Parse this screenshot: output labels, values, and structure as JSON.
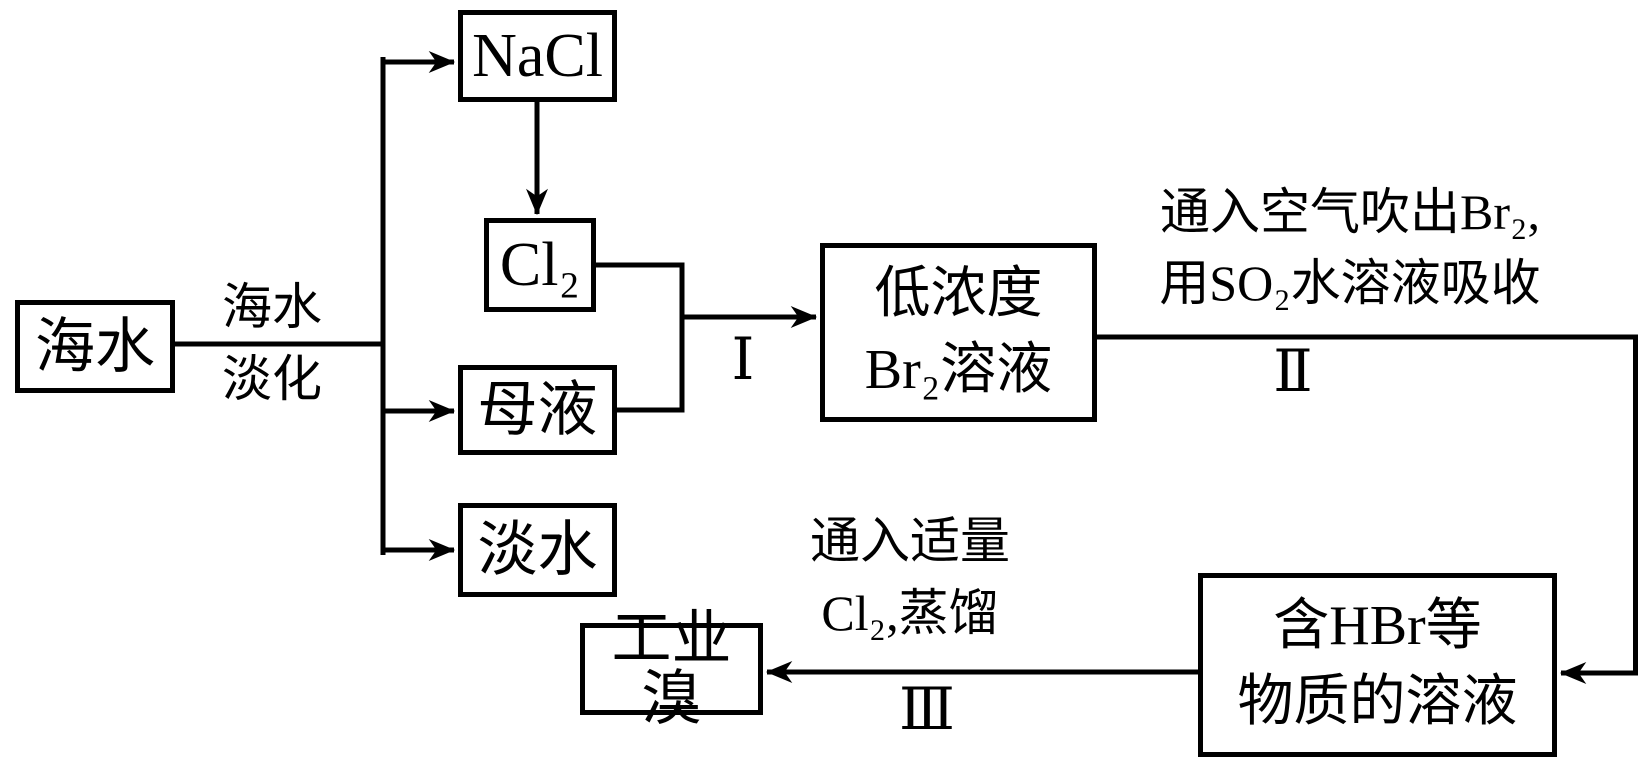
{
  "nodes": {
    "seawater": {
      "label": "海水"
    },
    "nacl": {
      "label": "NaCl"
    },
    "cl2": {
      "label": "Cl₂"
    },
    "mother_liquor": {
      "label": "母液"
    },
    "fresh_water": {
      "label": "淡水"
    },
    "low_conc_br2": {
      "line1": "低浓度",
      "line2": "Br₂溶液"
    },
    "hbr_solution": {
      "line1": "含HBr等",
      "line2": "物质的溶液"
    },
    "industrial_bromine": {
      "label": "工业溴"
    }
  },
  "edges": {
    "desalination": {
      "line1": "海水",
      "line2": "淡化"
    },
    "step1": {
      "numeral": "Ⅰ"
    },
    "step2": {
      "numeral": "Ⅱ",
      "note1": "通入空气吹出Br₂,",
      "note2": "用SO₂水溶液吸收"
    },
    "step3": {
      "numeral": "Ⅲ",
      "note1": "通入适量",
      "note2": "Cl₂,蒸馏"
    }
  },
  "colors": {
    "line": "#000000",
    "background": "#ffffff"
  }
}
